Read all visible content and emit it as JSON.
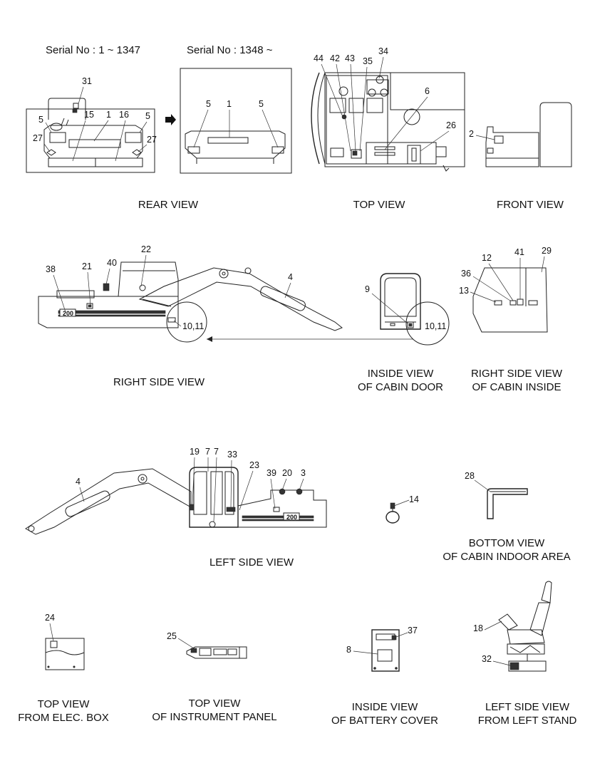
{
  "serial": {
    "left": "Serial No : 1 ~ 1347",
    "right": "Serial No : 1348 ~"
  },
  "captions": {
    "rear_view": "REAR VIEW",
    "top_view": "TOP VIEW",
    "front_view": "FRONT VIEW",
    "right_side_view": "RIGHT SIDE VIEW",
    "cabin_door_1": "INSIDE VIEW",
    "cabin_door_2": "OF CABIN DOOR",
    "cabin_inside_1": "RIGHT SIDE VIEW",
    "cabin_inside_2": "OF CABIN INSIDE",
    "left_side_view": "LEFT SIDE VIEW",
    "bottom_view_1": "BOTTOM VIEW",
    "bottom_view_2": "OF CABIN INDOOR AREA",
    "elec_box_1": "TOP VIEW",
    "elec_box_2": "FROM ELEC. BOX",
    "instrument_1": "TOP VIEW",
    "instrument_2": "OF INSTRUMENT PANEL",
    "battery_1": "INSIDE VIEW",
    "battery_2": "OF BATTERY COVER",
    "left_stand_1": "LEFT SIDE VIEW",
    "left_stand_2": "FROM LEFT STAND"
  },
  "callouts": {
    "rear_left": [
      "31",
      "5",
      "15",
      "1",
      "16",
      "5",
      "27",
      "27"
    ],
    "rear_right": [
      "5",
      "1",
      "5"
    ],
    "top": [
      "44",
      "42",
      "43",
      "35",
      "34",
      "6",
      "26"
    ],
    "front": [
      "2"
    ],
    "right_side": [
      "38",
      "21",
      "40",
      "22",
      "4",
      "10,11"
    ],
    "cabin_door": [
      "9",
      "10,11"
    ],
    "cabin_inside": [
      "12",
      "41",
      "29",
      "36",
      "13"
    ],
    "left_side": [
      "19",
      "7",
      "7",
      "33",
      "23",
      "39",
      "20",
      "3",
      "4"
    ],
    "handle": [
      "14"
    ],
    "bottom": [
      "28"
    ],
    "elec_box": [
      "24"
    ],
    "instrument": [
      "25"
    ],
    "battery": [
      "37",
      "8"
    ],
    "stand": [
      "18",
      "32"
    ]
  },
  "model_badge": "200"
}
